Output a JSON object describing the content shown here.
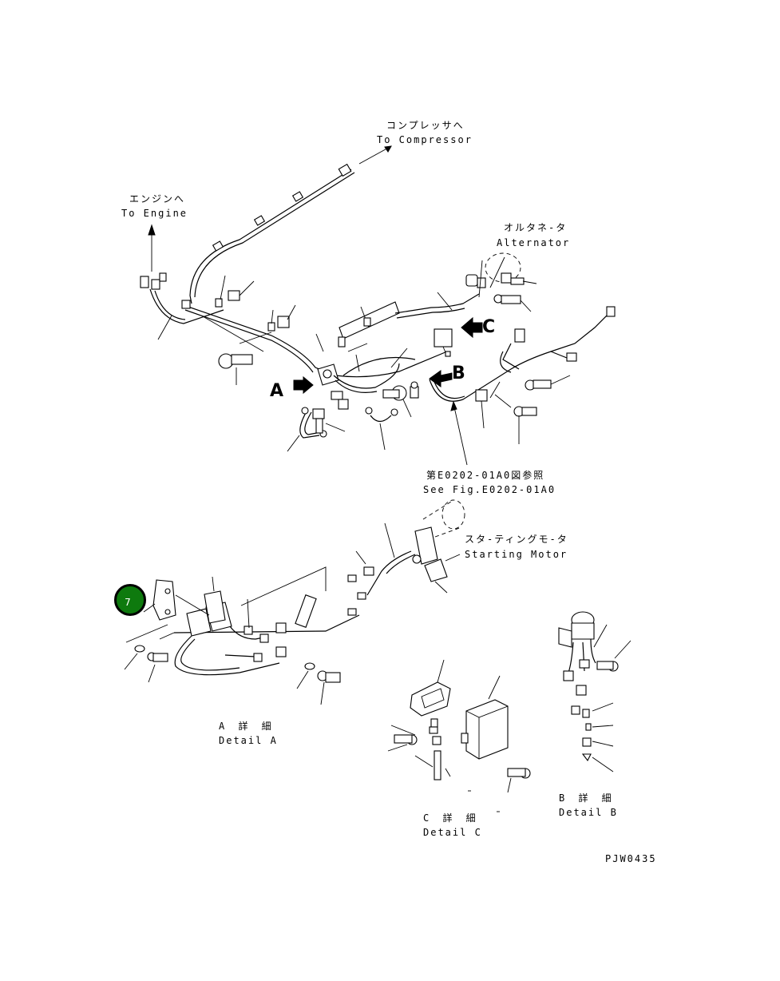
{
  "labels": {
    "compressor_jp": "コンプレッサへ",
    "compressor_en": "To Compressor",
    "engine_jp": "エンジンへ",
    "engine_en": "To Engine",
    "alternator_jp": "オルタネ-タ",
    "alternator_en": "Alternator",
    "see_fig_jp": "第E0202-01A0図参照",
    "see_fig_en": "See Fig.E0202-01A0",
    "starting_motor_jp": "スタ-ティングモ-タ",
    "starting_motor_en": "Starting Motor",
    "detail_a_jp": "A 詳 細",
    "detail_a_en": "Detail A",
    "detail_b_jp": "B 詳 細",
    "detail_b_en": "Detail B",
    "detail_c_jp": "C 詳 細",
    "detail_c_en": "Detail C",
    "drawing_code": "PJW0435"
  },
  "view_markers": {
    "a": "A",
    "b": "B",
    "c": "C"
  },
  "callouts": [
    {
      "number": "7",
      "color": "#0e7a0e"
    }
  ]
}
